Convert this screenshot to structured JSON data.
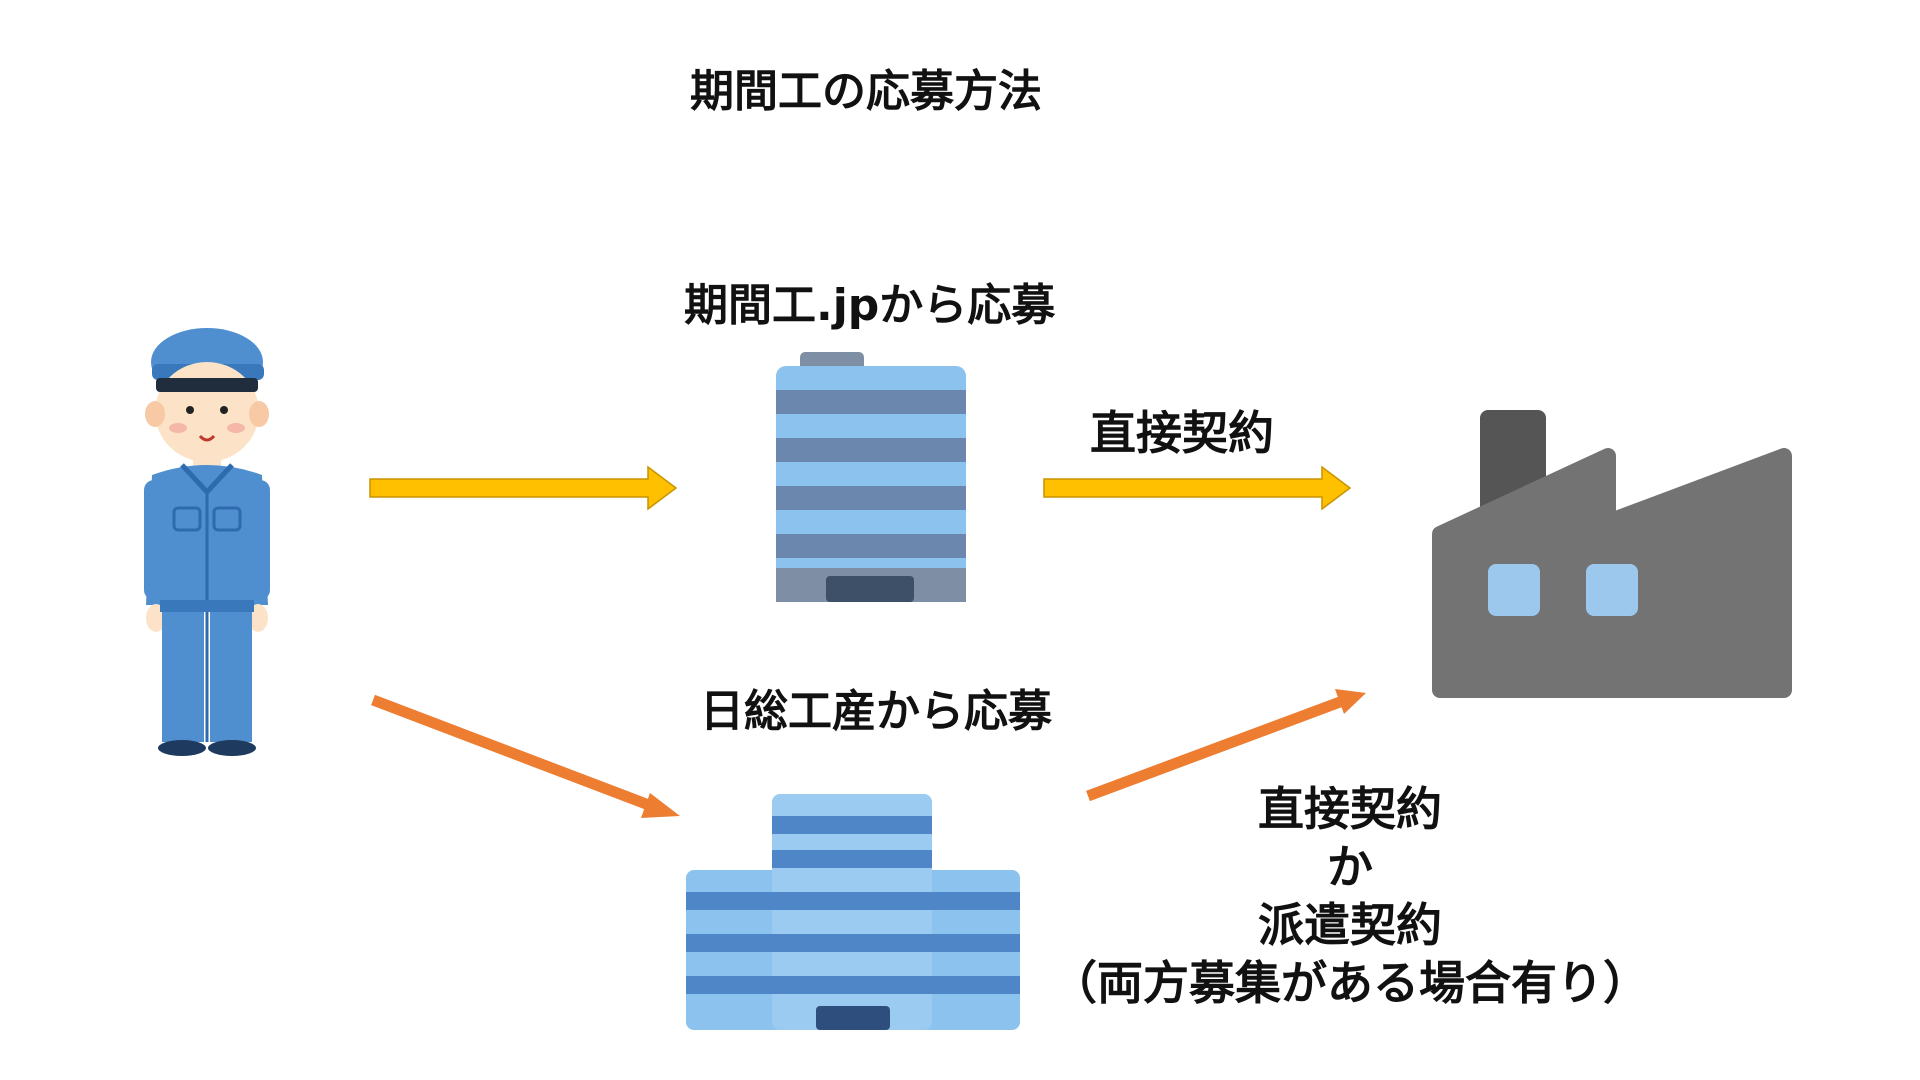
{
  "title": "期間工の応募方法",
  "route_jp": {
    "label": "期間工.jpから応募",
    "contract": "直接契約"
  },
  "route_nikkyo": {
    "label": "日総工産から応募",
    "contract_lines": [
      "直接契約",
      "か",
      "派遣契約",
      "（両方募集がある場合有り）"
    ]
  },
  "colors": {
    "arrow_yellow": "#FFC000",
    "arrow_orange": "#ED7D31",
    "worker_blue": "#4F8FD0",
    "factory_gray": "#737373"
  }
}
